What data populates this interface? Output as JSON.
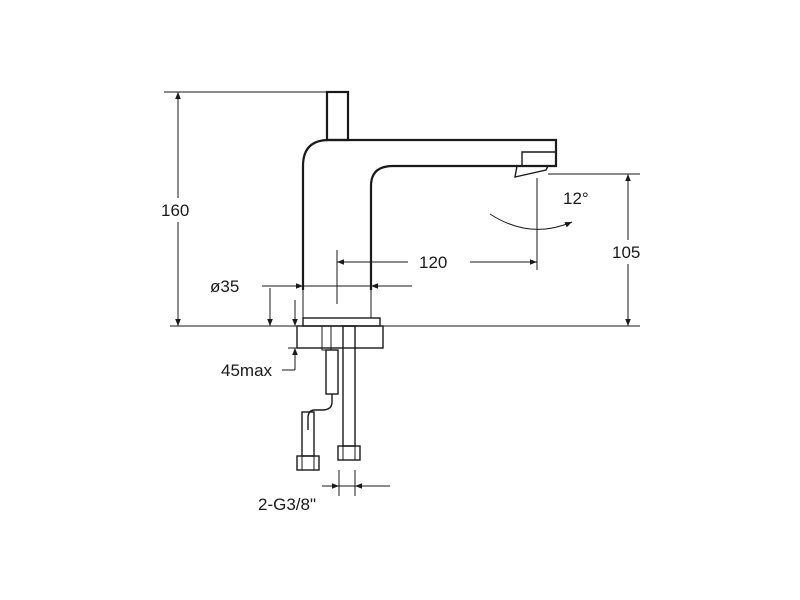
{
  "dimensions": {
    "height_total": "160",
    "spout_height": "105",
    "reach": "120",
    "body_diameter": "ø35",
    "deck_thickness": "45max",
    "connection": "2-G3/8\"",
    "spout_angle": "12°"
  }
}
